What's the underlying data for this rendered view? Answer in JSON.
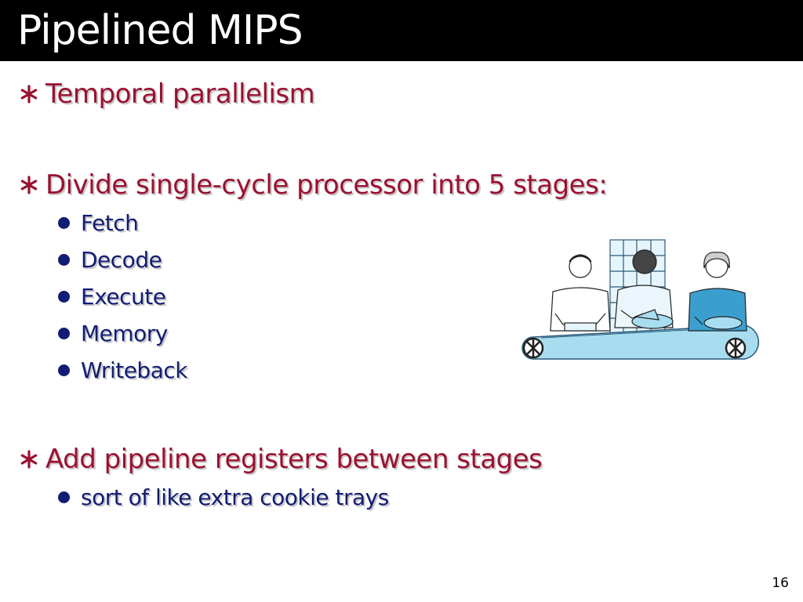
{
  "slide": {
    "title": "Pipelined MIPS",
    "page_number": "16",
    "bullets": [
      {
        "text": "Temporal parallelism",
        "sub": []
      },
      {
        "text": "Divide single-cycle processor into 5 stages:",
        "sub": [
          "Fetch",
          "Decode",
          "Execute",
          "Memory",
          "Writeback"
        ]
      },
      {
        "text": "Add pipeline registers between stages",
        "sub": [
          "sort of like extra cookie trays"
        ]
      }
    ]
  },
  "colors": {
    "title_bg": "#000000",
    "title_text": "#ffffff",
    "level1_text": "#9c1030",
    "level2_text": "#111c74",
    "conveyor": "#a8ddf0"
  },
  "icons": {
    "level1_bullet": "asterisk-star-icon",
    "level2_bullet": "round-dot-icon"
  }
}
